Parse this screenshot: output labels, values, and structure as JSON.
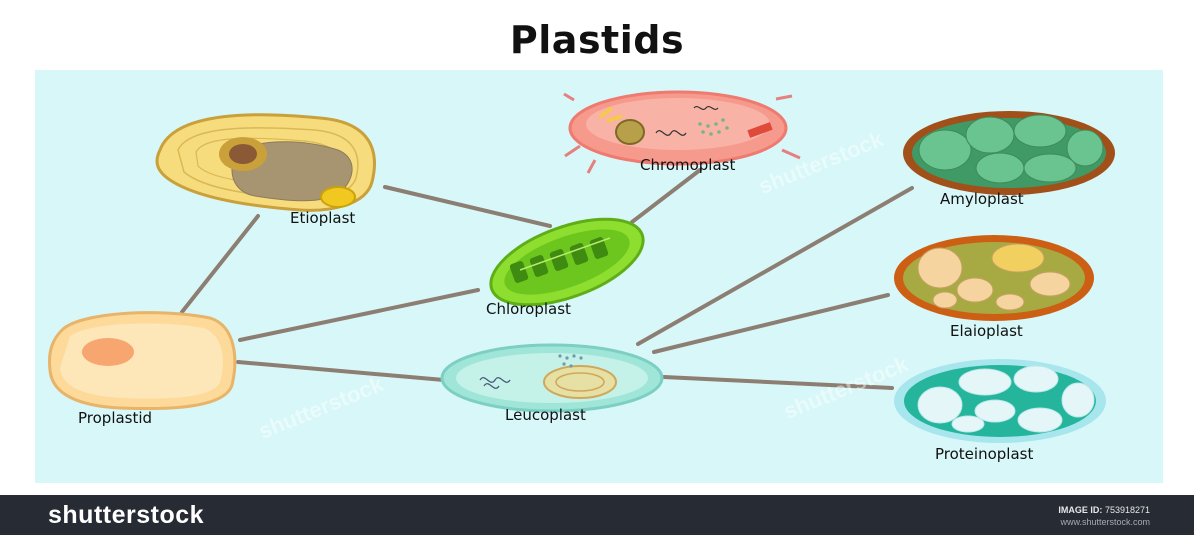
{
  "title": "Plastids",
  "labels": {
    "etioplast": "Etioplast",
    "chromoplast": "Chromoplast",
    "amyloplast": "Amyloplast",
    "chloroplast": "Chloroplast",
    "elaioplast": "Elaioplast",
    "proplastid": "Proplastid",
    "leucoplast": "Leucoplast",
    "proteinoplast": "Proteinoplast"
  },
  "footer": {
    "brand": "shutterstock",
    "image_id_label": "IMAGE ID:",
    "image_id": "753918271",
    "site": "www.shutterstock.com"
  },
  "watermark": "shutterstock",
  "colors": {
    "panel": "#d8f7f8",
    "connector": "#8c7e72",
    "footer": "#262b34"
  }
}
